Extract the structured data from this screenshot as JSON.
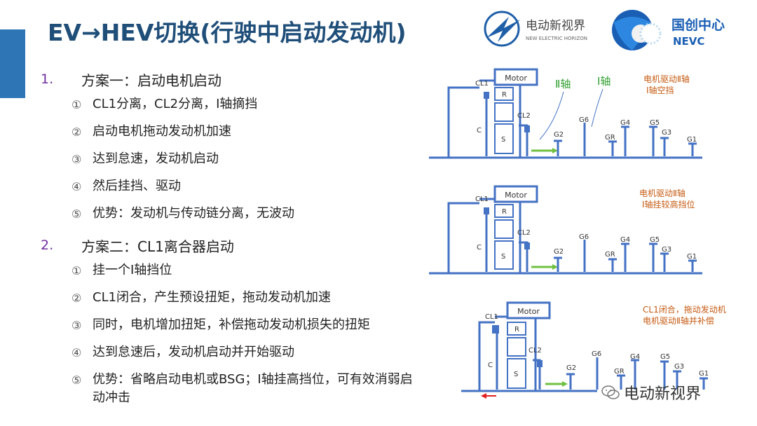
{
  "title": "EV→HEV切换(行驶中启动发动机)",
  "logos": {
    "brand1_name": "电动新视界",
    "brand1_sub": "NEW ELECTRIC HORIZON",
    "brand2_name": "国创中心",
    "brand2_sub": "NEVC"
  },
  "sections": [
    {
      "num": "1.",
      "title": "方案一：启动电机启动",
      "items": [
        {
          "num": "①",
          "text": "CL1分离，CL2分离，Ⅰ轴摘挡"
        },
        {
          "num": "②",
          "text": "启动电机拖动发动机加速"
        },
        {
          "num": "③",
          "text": "达到怠速，发动机启动"
        },
        {
          "num": "④",
          "text": "然后挂挡、驱动"
        },
        {
          "num": "⑤",
          "text": "优势：发动机与传动链分离，无波动"
        }
      ]
    },
    {
      "num": "2.",
      "title": "方案二：CL1离合器启动",
      "items": [
        {
          "num": "①",
          "text": "挂一个Ⅰ轴挡位"
        },
        {
          "num": "②",
          "text": "CL1闭合，产生预设扭矩，拖动发动机加速"
        },
        {
          "num": "③",
          "text": "同时，电机增加扭矩，补偿拖动发动机损失的扭矩"
        },
        {
          "num": "④",
          "text": "达到怠速后，发动机启动并开始驱动"
        },
        {
          "num": "⑤",
          "text": "优势：省略启动电机或BSG；Ⅰ轴挂高挡位，可有效消弱启动冲击"
        }
      ]
    }
  ],
  "diagram_labels": {
    "motor": "Motor",
    "r": "R",
    "c": "C",
    "s": "S",
    "cl1": "CL1",
    "cl2": "CL2",
    "g1": "G1",
    "g2": "G2",
    "g3": "G3",
    "g4": "G4",
    "g5": "G5",
    "g6": "G6",
    "gr": "GR"
  },
  "diagrams": [
    {
      "axis2_label": "Ⅱ轴",
      "axis1_label": "Ⅰ轴",
      "note_line1": "电机驱动Ⅱ轴",
      "note_line2": "Ⅰ轴空挡"
    },
    {
      "note_line1": "电机驱动Ⅱ轴",
      "note_line2": "Ⅰ轴挂较高挡位"
    },
    {
      "note_line1": "CL1闭合，拖动发动机",
      "note_line2": "电机驱动Ⅱ轴并补偿"
    }
  ],
  "watermark": "电动新视界",
  "colors": {
    "accent": "#2e75b6",
    "title": "#1f4e79",
    "note": "#c55a11",
    "axis_green": "#2e9e2e",
    "shaft": "#4472c4",
    "arrow_green": "#70c040",
    "arrow_red": "#e02020"
  }
}
